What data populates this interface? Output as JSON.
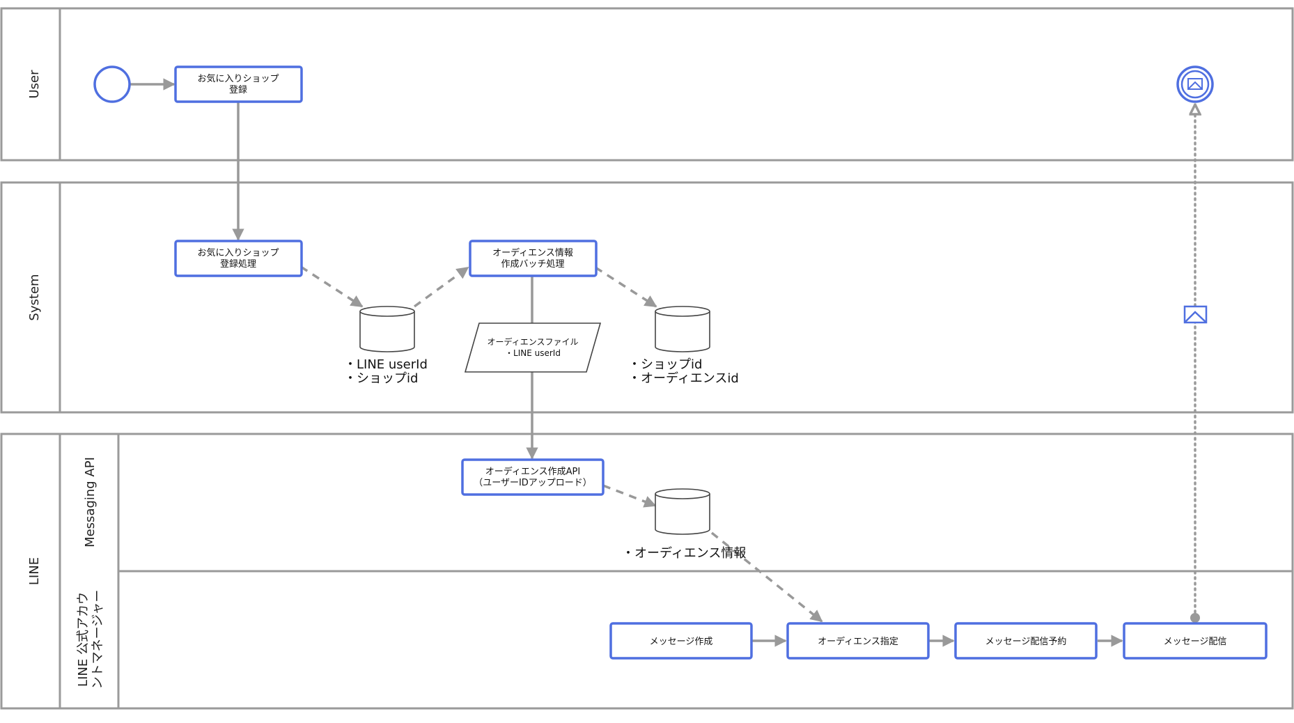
{
  "pools": {
    "user": "User",
    "system": "System",
    "line": "LINE"
  },
  "lanes": {
    "messaging_api": "Messaging API",
    "oa_manager_line1": "LINE 公式アカウ",
    "oa_manager_line2": "ントマネージャー"
  },
  "tasks": {
    "fav_register": [
      "お気に入りショップ",
      "登録"
    ],
    "fav_register_proc": [
      "お気に入りショップ",
      "登録処理"
    ],
    "audience_batch": [
      "オーディエンス情報",
      "作成バッチ処理"
    ],
    "audience_api": [
      "オーディエンス作成API",
      "（ユーザーIDアップロード）"
    ],
    "msg_create": [
      "メッセージ作成"
    ],
    "audience_select": [
      "オーディエンス指定"
    ],
    "msg_schedule": [
      "メッセージ配信予約"
    ],
    "msg_deliver": [
      "メッセージ配信"
    ]
  },
  "data_stores": {
    "user_shop": [
      "・LINE userId",
      "・ショップid"
    ],
    "shop_audience": [
      "・ショップid",
      "・オーディエンスid"
    ],
    "audience_info": [
      "・オーディエンス情報"
    ]
  },
  "data_object": {
    "audience_file": [
      "オーディエンスファイル",
      "・LINE userId"
    ]
  },
  "colors": {
    "task_border": "#4f6fe0",
    "flow_line": "#999999",
    "lane_border": "#9a9a9a"
  }
}
